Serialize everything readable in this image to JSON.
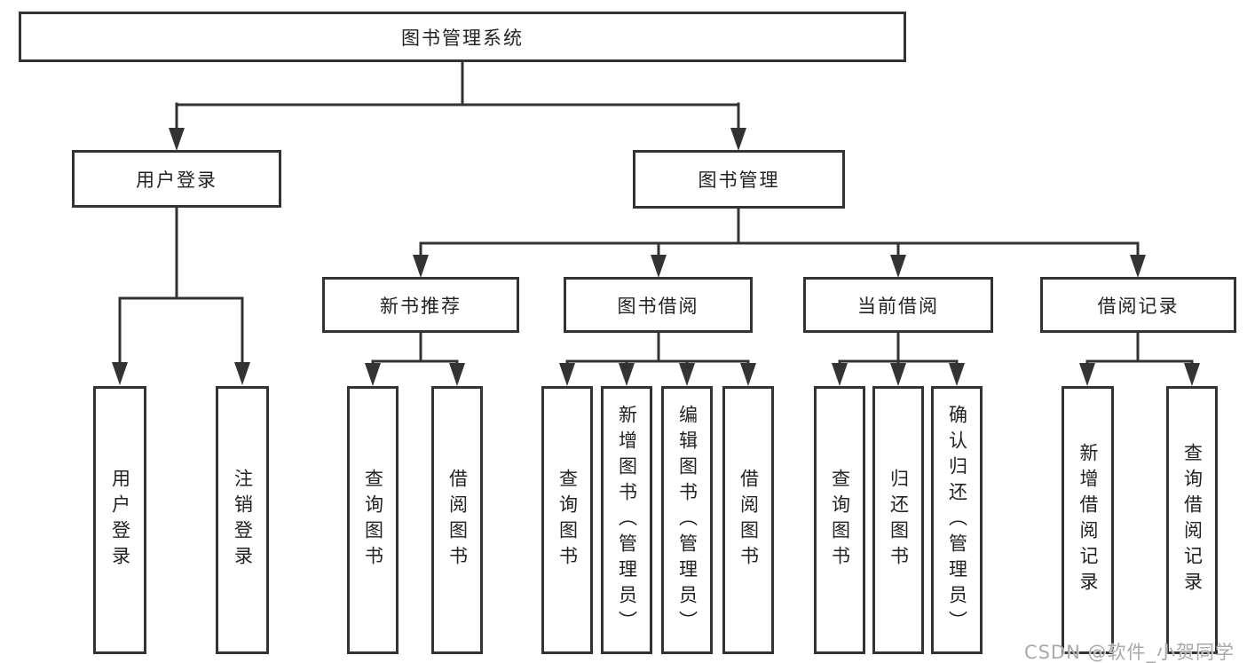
{
  "colors": {
    "line": "#333333",
    "box_fill": "#ffffff",
    "background": "#ffffff",
    "watermark": "#a9a9a9"
  },
  "watermark": {
    "text": "CSDN @软件_小贺同学"
  },
  "tree": {
    "label": "图书管理系统",
    "children": [
      {
        "label": "用户登录",
        "children": [
          {
            "label": "用户登录"
          },
          {
            "label": "注销登录"
          }
        ]
      },
      {
        "label": "图书管理",
        "children": [
          {
            "label": "新书推荐",
            "children": [
              {
                "label": "查询图书"
              },
              {
                "label": "借阅图书"
              }
            ]
          },
          {
            "label": "图书借阅",
            "children": [
              {
                "label": "查询图书"
              },
              {
                "label": "新增图书（管理员）"
              },
              {
                "label": "编辑图书（管理员）"
              },
              {
                "label": "借阅图书"
              }
            ]
          },
          {
            "label": "当前借阅",
            "children": [
              {
                "label": "查询图书"
              },
              {
                "label": "归还图书"
              },
              {
                "label": "确认归还（管理员）"
              }
            ]
          },
          {
            "label": "借阅记录",
            "children": [
              {
                "label": "新增借阅记录"
              },
              {
                "label": "查询借阅记录"
              }
            ]
          }
        ]
      }
    ]
  }
}
